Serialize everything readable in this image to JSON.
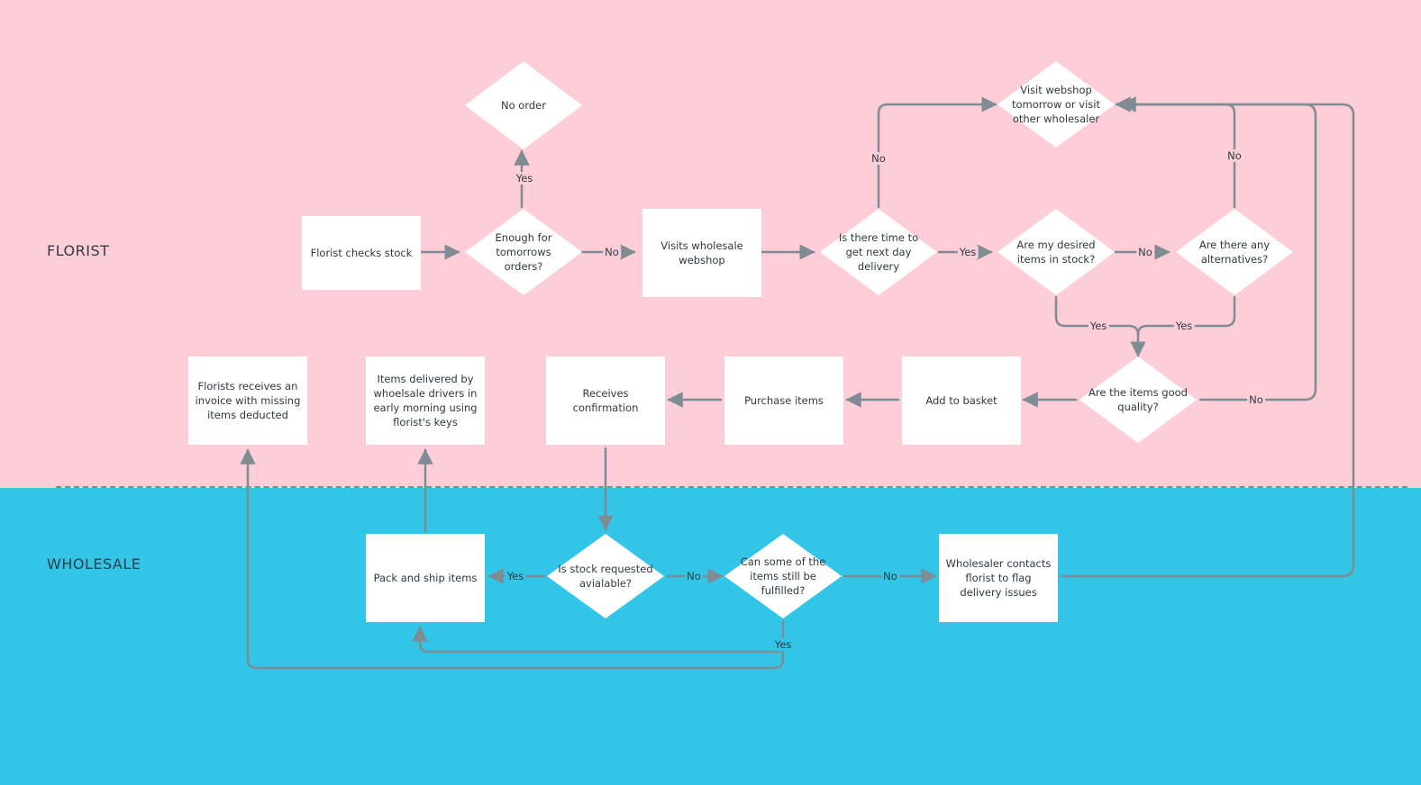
{
  "lanes": {
    "florist": "FLORIST",
    "wholesale": "WHOLESALE"
  },
  "nodes": {
    "florist_checks_stock": "Florist checks stock",
    "enough_for_orders": "Enough for tomorrows orders?",
    "no_order": "No order",
    "visits_webshop": "Visits wholesale webshop",
    "time_next_day": "Is there time to get next day delivery",
    "visit_tomorrow": "Visit webshop tomorrow or visit other wholesaler",
    "desired_in_stock": "Are my desired items in stock?",
    "alternatives": "Are there any alternatives?",
    "good_quality": "Are the items good quality?",
    "add_to_basket": "Add to basket",
    "purchase_items": "Purchase items",
    "receives_confirmation": "Receives confirmation",
    "items_delivered": "Items delivered by whoelsale drivers in early morning using florist's keys",
    "invoice_missing": "Florists receives an invoice with missing items deducted",
    "pack_ship": "Pack and ship items",
    "stock_available": "Is stock requested avialable?",
    "some_fulfilled": "Can some of the items still be fulfilled?",
    "wholesaler_contacts": "Wholesaler contacts florist to flag delivery issues"
  },
  "connector_labels": {
    "enough_yes": "Yes",
    "enough_no": "No",
    "time_no": "No",
    "time_yes": "Yes",
    "stock_no": "No",
    "alternatives_no": "No",
    "stock_yes": "Yes",
    "alternatives_yes": "Yes",
    "quality_no": "No",
    "available_yes": "Yes",
    "available_no": "No",
    "fulfilled_no": "No",
    "fulfilled_yes": "Yes"
  }
}
